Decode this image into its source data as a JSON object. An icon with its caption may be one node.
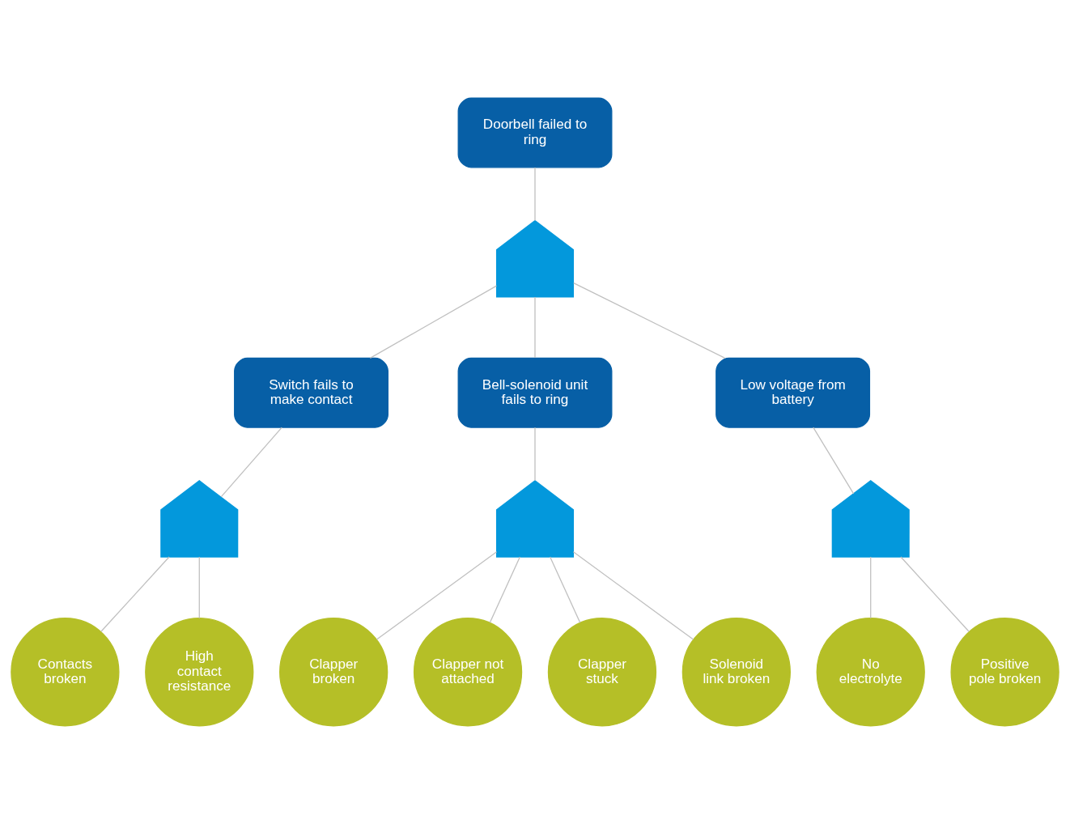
{
  "diagram": {
    "nodes": [
      {
        "text": [
          "Doorbell failed to ring"
        ]
      },
      {
        "text": [],
        "shape": "gate"
      },
      {
        "text": [
          "Switch fails to make contact"
        ]
      },
      {
        "text": [
          "Bell-solenoid unit fails to ring"
        ]
      },
      {
        "text": [
          "Low voltage from battery"
        ]
      },
      {
        "text": [],
        "shape": "gate"
      },
      {
        "text": [],
        "shape": "gate"
      },
      {
        "text": [],
        "shape": "gate"
      },
      {
        "text": [
          "Contacts broken"
        ]
      },
      {
        "text": [
          "High contact resistance"
        ]
      },
      {
        "text": [
          "Clapper broken"
        ]
      },
      {
        "text": [
          "Clapper not attached"
        ]
      },
      {
        "text": [
          "Clapper stuck"
        ]
      },
      {
        "text": [
          "Solenoid link broken"
        ]
      },
      {
        "text": [
          "No electrolyte"
        ]
      },
      {
        "text": [
          "Positive pole broken"
        ]
      }
    ],
    "edges": [
      {
        "from": 0,
        "to": 1,
        "arrow": "none"
      },
      {
        "from": 1,
        "to": 2,
        "arrow": "none"
      },
      {
        "from": 1,
        "to": 3,
        "arrow": "none"
      },
      {
        "from": 1,
        "to": 4,
        "arrow": "none"
      },
      {
        "from": 2,
        "to": 5,
        "arrow": "none"
      },
      {
        "from": 3,
        "to": 6,
        "arrow": "none"
      },
      {
        "from": 4,
        "to": 7,
        "arrow": "none"
      },
      {
        "from": 5,
        "to": 8,
        "arrow": "none"
      },
      {
        "from": 5,
        "to": 9,
        "arrow": "none"
      },
      {
        "from": 6,
        "to": 10,
        "arrow": "none"
      },
      {
        "from": 6,
        "to": 11,
        "arrow": "none"
      },
      {
        "from": 6,
        "to": 12,
        "arrow": "none"
      },
      {
        "from": 6,
        "to": 13,
        "arrow": "none"
      },
      {
        "from": 7,
        "to": 14,
        "arrow": "none"
      },
      {
        "from": 7,
        "to": 15,
        "arrow": "none"
      }
    ]
  }
}
